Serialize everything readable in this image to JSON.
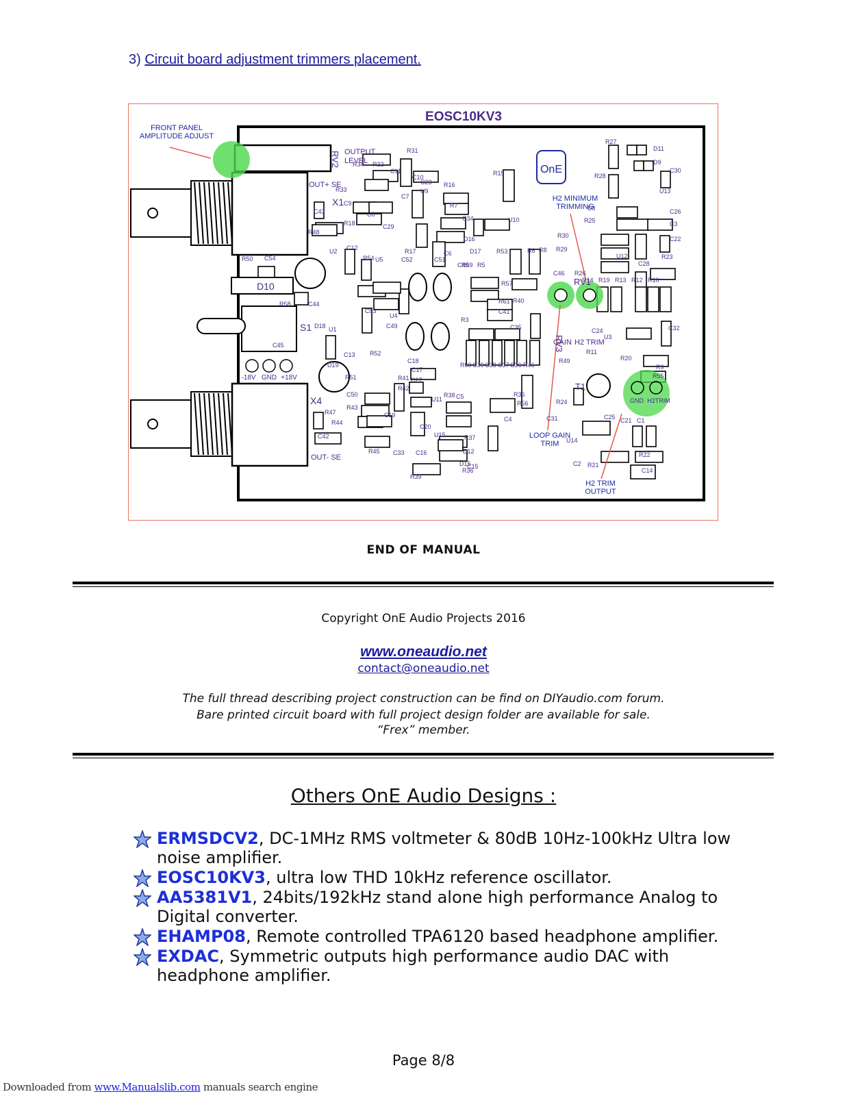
{
  "section": {
    "number": "3)",
    "title": "Circuit board adjustment trimmers placement."
  },
  "figure": {
    "board_title": "EOSC10KV3",
    "callouts": {
      "front_panel": [
        "FRONT PANEL",
        "AMPLITUDE ADJUST"
      ],
      "output_level": [
        "OUTPUT",
        "LEVEL"
      ],
      "h2_minimum": [
        "H2 MINIMUM",
        "TRIMMING"
      ],
      "loop_gain": [
        "LOOP GAIN",
        "TRIM"
      ],
      "h2_trim_output": [
        "H2 TRIM",
        "OUTPUT"
      ],
      "gain": "GAIN",
      "h2_trim": "H2 TRIM",
      "gnd": "GND",
      "h2trim": "H2TRIM"
    },
    "connectors": {
      "out_plus": "OUT+ SE",
      "out_minus": "OUT- SE",
      "x1": "X1",
      "x4": "X4",
      "rv1": "RV1",
      "rv2": "RV2",
      "rv3": "RV3",
      "d10": "D10",
      "s1": "S1",
      "t1": "T1",
      "power": [
        "-18V",
        "GND",
        "+18V"
      ],
      "logo": "OnE"
    },
    "component_labels": [
      "R27",
      "D11",
      "D9",
      "C30",
      "R28",
      "U13",
      "D8",
      "C26",
      "R25",
      "C3",
      "C22",
      "R30",
      "R29",
      "U12",
      "C28",
      "R23",
      "C46",
      "R26",
      "R14",
      "R19",
      "R13",
      "R12",
      "R10",
      "C24",
      "U3",
      "C32",
      "R11",
      "R20",
      "R9",
      "R55",
      "R49",
      "R24",
      "C31",
      "C25",
      "C21",
      "C1",
      "U14",
      "R22",
      "C2",
      "R21",
      "C14",
      "R15",
      "R16",
      "U9",
      "R7",
      "C34",
      "U10",
      "D16",
      "C6",
      "C40",
      "D17",
      "R17",
      "C29",
      "C7",
      "C11",
      "R31",
      "C10",
      "C23",
      "R34",
      "R32",
      "R33",
      "C9",
      "C8",
      "R18",
      "C43",
      "R48",
      "R50",
      "C54",
      "U2",
      "C12",
      "R54",
      "U5",
      "C52",
      "C51",
      "R59",
      "R5",
      "R53",
      "R6",
      "R8",
      "R57",
      "R61",
      "C41",
      "C35",
      "R40",
      "R3",
      "R60",
      "C39",
      "C38",
      "C37",
      "C36",
      "R46",
      "R56",
      "R35",
      "C4",
      "C5",
      "U11",
      "R38",
      "C27",
      "C17",
      "C18",
      "R41",
      "R42",
      "C53",
      "C49",
      "R52",
      "U4",
      "R58",
      "C44",
      "D18",
      "C45",
      "U1",
      "C13",
      "R51",
      "D19",
      "C50",
      "R43",
      "R44",
      "C19",
      "C20",
      "U15",
      "R37",
      "D12",
      "D15",
      "C15",
      "R36",
      "R47",
      "C42",
      "R45",
      "C33",
      "C16",
      "R39"
    ]
  },
  "end_of_manual": "END OF MANUAL",
  "copyright": "Copyright OnE Audio Projects 2016",
  "website": "www.oneaudio.net",
  "email": "contact@oneaudio.net",
  "notes": [
    "The full thread describing project construction can be find on DIYaudio.com forum.",
    "Bare printed circuit board with full project design folder are available for sale.",
    "“Frex” member."
  ],
  "others_title": "Others OnE Audio Designs :",
  "designs": [
    {
      "name": "ERMSDCV2",
      "desc": ", DC-1MHz RMS voltmeter & 80dB 10Hz-100kHz Ultra low noise amplifier."
    },
    {
      "name": "EOSC10KV3",
      "desc": ", ultra low THD 10kHz reference oscillator."
    },
    {
      "name": "AA5381V1",
      "desc": ", 24bits/192kHz stand alone high performance Analog to Digital converter."
    },
    {
      "name": "EHAMP08",
      "desc": ", Remote controlled TPA6120 based headphone amplifier."
    },
    {
      "name": "EXDAC",
      "desc": ", Symmetric outputs high performance audio DAC with headphone amplifier."
    }
  ],
  "page_label": "Page 8/8",
  "footer": {
    "prefix": "Downloaded from",
    "link": "www.Manualslib.com",
    "suffix": " manuals search engine"
  },
  "colors": {
    "link": "#1a1a9c",
    "design_name": "#1c2fd8",
    "frame": "#e8765a",
    "highlight": "#4bd84b",
    "silkscreen": "#4a2a8a"
  }
}
